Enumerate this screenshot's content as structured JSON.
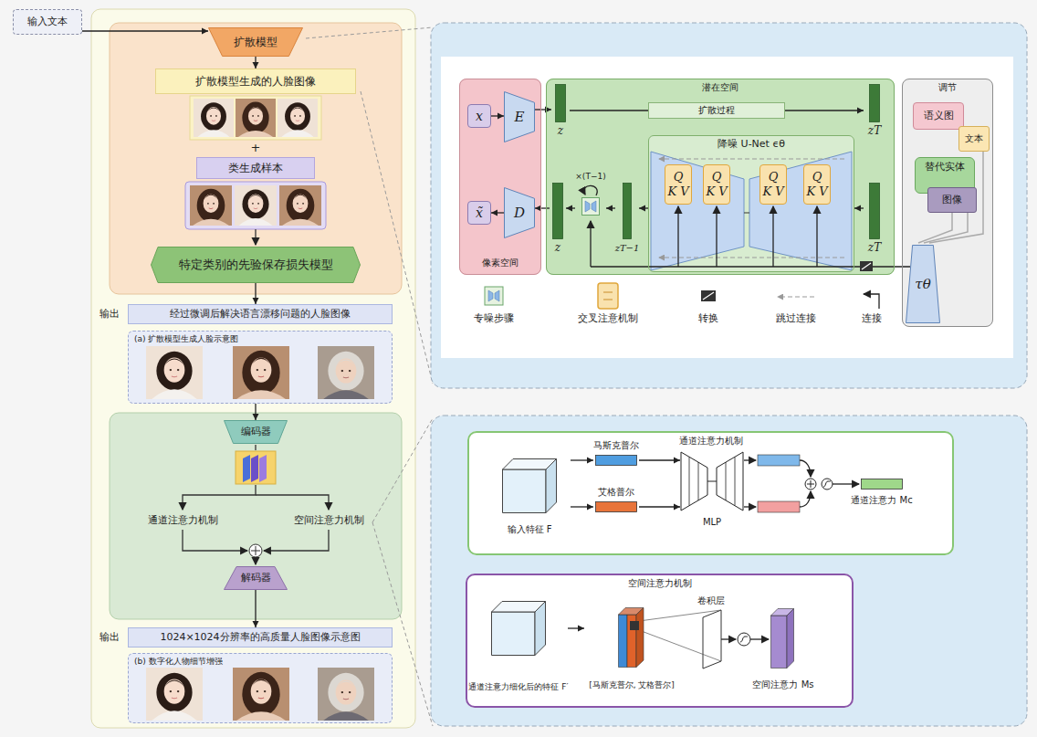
{
  "diagram": {
    "nodes": [
      {
        "text": [
          "输入文本"
        ]
      },
      {
        "text": [
          "扩散模型"
        ]
      },
      {
        "text": [
          "扩散模型生成的人脸图像"
        ]
      },
      {
        "text": [
          "类生成样本"
        ]
      },
      {
        "text": [
          "特定类别的先验保存损失模型"
        ]
      },
      {
        "text": [
          "经过微调后解决语言漂移问题的人脸图像"
        ]
      },
      {
        "text": [
          "(a) 扩散模型生成人脸示意图"
        ]
      },
      {
        "text": [
          "编码器"
        ]
      },
      {
        "text": [
          "解码器"
        ]
      },
      {
        "text": [
          "1024×1024分辨率的高质量人脸图像示意图"
        ]
      },
      {
        "text": [
          "(b) 数字化人物细节增强"
        ]
      },
      {
        "text": [
          "像素空间"
        ]
      },
      {
        "text": [
          "x"
        ],
        "in": 11
      },
      {
        "text": [
          "E"
        ],
        "in": 11
      },
      {
        "text": [
          "x̃"
        ],
        "in": 11
      },
      {
        "text": [
          "D"
        ],
        "in": 11
      },
      {
        "text": [
          "潜在空间"
        ]
      },
      {
        "text": [
          "z"
        ],
        "in": 16
      },
      {
        "text": [
          "扩散过程"
        ],
        "in": 16
      },
      {
        "text": [
          "zT"
        ],
        "in": 16
      },
      {
        "text": [
          "降噪 U-Net ϵθ"
        ],
        "in": 16
      },
      {
        "text": [
          "Q",
          "K V"
        ],
        "in": 20
      },
      {
        "text": [
          "Q",
          "K V"
        ],
        "in": 20
      },
      {
        "text": [
          "Q",
          "K V"
        ],
        "in": 20
      },
      {
        "text": [
          "Q",
          "K V"
        ],
        "in": 20
      },
      {
        "text": [
          "z"
        ],
        "in": 16
      },
      {
        "text": [
          "×(T−1)"
        ],
        "in": 16
      },
      {
        "text": [
          "zT−1"
        ],
        "in": 16
      },
      {
        "text": [
          "zT"
        ],
        "in": 16
      },
      {
        "text": [
          "调节"
        ]
      },
      {
        "text": [
          "语义图"
        ],
        "in": 29
      },
      {
        "text": [
          "文本"
        ],
        "in": 29
      },
      {
        "text": [
          "替代实体"
        ],
        "in": 29
      },
      {
        "text": [
          "图像"
        ],
        "in": 29
      },
      {
        "text": [
          "τθ"
        ],
        "in": 29
      },
      {
        "text": [
          "通道注意力机制"
        ]
      },
      {
        "text": [
          "输入特征 F"
        ],
        "in": 35
      },
      {
        "text": [
          "马斯克普尔"
        ],
        "in": 35
      },
      {
        "text": [
          "艾格普尔"
        ],
        "in": 35
      },
      {
        "text": [
          "MLP"
        ],
        "in": 35
      },
      {
        "text": [
          "通道注意力 Mc"
        ],
        "in": 35
      },
      {
        "text": [
          "空间注意力机制"
        ]
      },
      {
        "text": [
          "通道注意力细化后的特征 F′"
        ],
        "in": 41
      },
      {
        "text": [
          "[马斯克普尔, 艾格普尔]"
        ],
        "in": 41
      },
      {
        "text": [
          "空间注意力 Ms"
        ],
        "in": 41
      }
    ],
    "edges": [
      {
        "from": 0,
        "to": 1,
        "arrow": "to"
      },
      {
        "from": 1,
        "to": 2,
        "arrow": "to"
      },
      {
        "from": 4,
        "to": 5,
        "arrow": "to"
      },
      {
        "from": 6,
        "to": 7,
        "arrow": "to"
      },
      {
        "from": 8,
        "to": 9,
        "arrow": "to"
      },
      {
        "from": 12,
        "to": 13,
        "arrow": "to"
      },
      {
        "from": 13,
        "to": 17,
        "arrow": "to"
      },
      {
        "from": 17,
        "to": 18,
        "arrow": "none"
      },
      {
        "from": 18,
        "to": 19,
        "arrow": "to"
      },
      {
        "from": 28,
        "to": 20,
        "arrow": "to"
      },
      {
        "from": 20,
        "to": 27,
        "arrow": "to"
      },
      {
        "from": 27,
        "to": 26,
        "arrow": "to"
      },
      {
        "from": 26,
        "to": 25,
        "arrow": "to"
      },
      {
        "from": 25,
        "to": 15,
        "arrow": "to"
      },
      {
        "from": 15,
        "to": 14,
        "arrow": "to"
      },
      {
        "from": 36,
        "to": 37,
        "arrow": "to"
      },
      {
        "from": 36,
        "to": 38,
        "arrow": "to"
      },
      {
        "from": 37,
        "to": 39,
        "arrow": "to"
      },
      {
        "from": 38,
        "to": 39,
        "arrow": "to"
      },
      {
        "from": 42,
        "to": 43,
        "arrow": "to"
      }
    ],
    "labels": [
      "+",
      "输出",
      "通道注意力机制",
      "空间注意力机制",
      "输出",
      "卷积层"
    ],
    "legend": [
      {
        "text": "专噪步骤"
      },
      {
        "text": "交叉注意机制"
      },
      {
        "text": "转换"
      },
      {
        "text": "跳过连接"
      },
      {
        "text": "连接"
      }
    ]
  }
}
